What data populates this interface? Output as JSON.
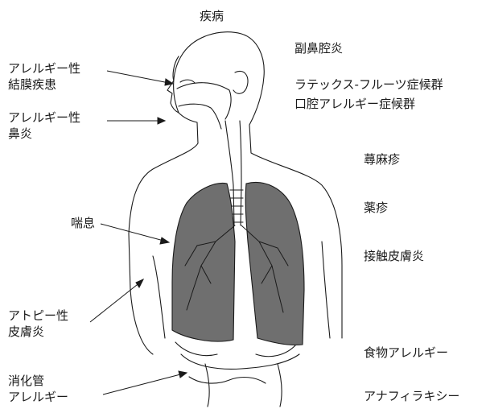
{
  "title": "疾病",
  "left_labels": {
    "conjunctivitis": [
      "アレルギー性",
      "結膜疾患"
    ],
    "rhinitis": [
      "アレルギー性",
      "鼻炎"
    ],
    "asthma": "喘息",
    "atopic_dermatitis": [
      "アトピー性",
      "皮膚炎"
    ],
    "gi_allergy": [
      "消化管",
      "アレルギー"
    ]
  },
  "right_labels": {
    "sinusitis": "副鼻腔炎",
    "latex_fruit": "ラテックス-フルーツ症候群",
    "oral_allergy": "口腔アレルギー症候群",
    "urticaria": "蕁麻疹",
    "drug_eruption": "薬疹",
    "contact_dermatitis": "接触皮膚炎",
    "food_allergy": "食物アレルギー",
    "anaphylaxis": "アナフィラキシー"
  },
  "colors": {
    "lung_fill": "#6f6f6f",
    "line": "#1a1a1a"
  }
}
